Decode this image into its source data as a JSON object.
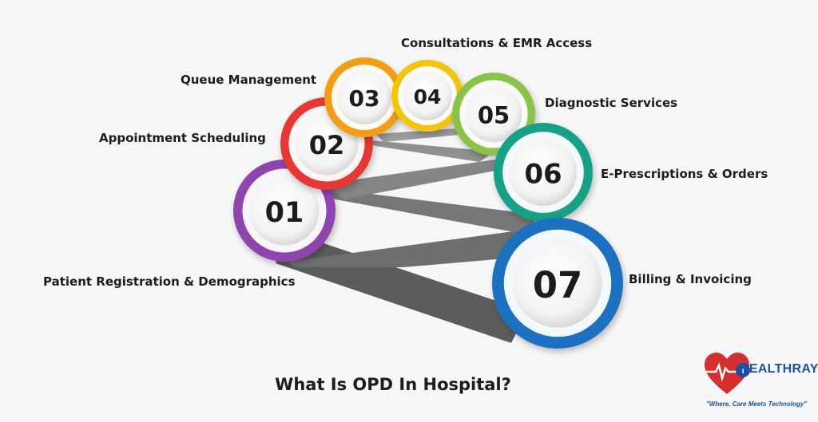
{
  "steps": [
    {
      "num": "01",
      "label": "Patient Registration & Demographics",
      "color": "#8e44ad"
    },
    {
      "num": "02",
      "label": "Appointment Scheduling",
      "color": "#e53935"
    },
    {
      "num": "03",
      "label": "Queue Management",
      "color": "#f39c12"
    },
    {
      "num": "04",
      "label": "Consultations & EMR Access",
      "color": "#f1c40f"
    },
    {
      "num": "05",
      "label": "Diagnostic Services",
      "color": "#8bc34a"
    },
    {
      "num": "06",
      "label": "E-Prescriptions & Orders",
      "color": "#16a085"
    },
    {
      "num": "07",
      "label": "Billing & Invoicing",
      "color": "#1e6fbf"
    }
  ],
  "title": "What Is OPD In Hospital?",
  "logo": {
    "brand": "HEALTHRAY",
    "tagline": "\"Where, Care Meets Technology\"",
    "icon": "heart-pulse-icon",
    "color": "#d32f2f"
  }
}
